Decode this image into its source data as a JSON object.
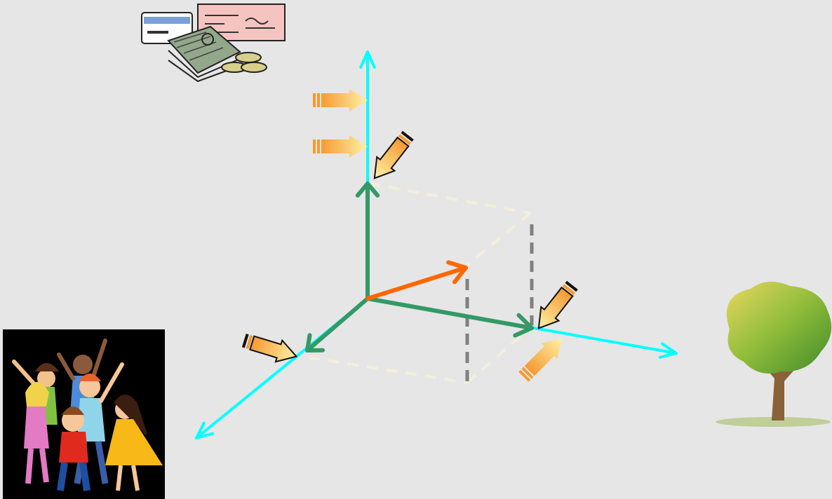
{
  "slide": {
    "background": "#e6e6e6"
  },
  "colors": {
    "axis": "#00ffff",
    "basis_vector": "#339966",
    "resultant_vector": "#ff6600",
    "box_dashes": "#f2efdb",
    "drop_lines": "#808080",
    "callout_arrow_light": "#fff2a8",
    "callout_arrow_dark": "#f59a32"
  },
  "illustrations": {
    "money": "money-clipart",
    "people": "crowd-of-people-clipart",
    "tree": "tree-clipart"
  },
  "axes": [
    "axis-money",
    "axis-people",
    "axis-nature"
  ],
  "callout_arrows": 7
}
